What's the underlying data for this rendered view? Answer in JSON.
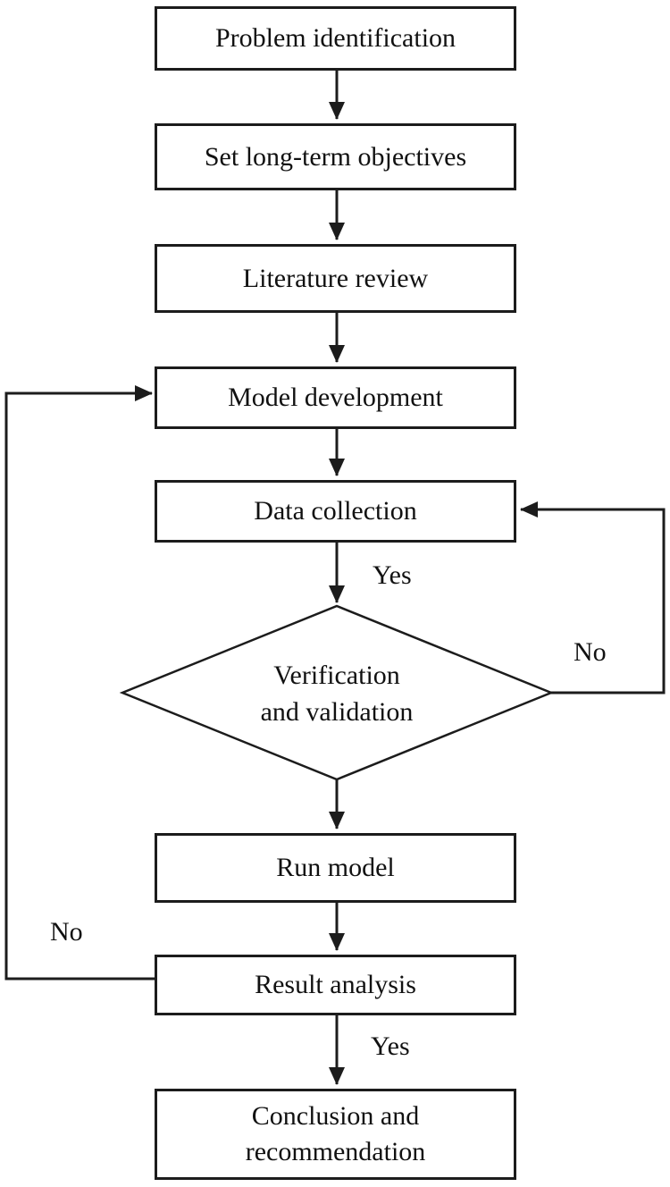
{
  "flowchart": {
    "nodes": [
      {
        "id": "problem-identification",
        "type": "process",
        "lines": [
          "Problem identification"
        ]
      },
      {
        "id": "set-long-term-objectives",
        "type": "process",
        "lines": [
          "Set long-term objectives"
        ]
      },
      {
        "id": "literature-review",
        "type": "process",
        "lines": [
          "Literature review"
        ]
      },
      {
        "id": "model-development",
        "type": "process",
        "lines": [
          "Model development"
        ]
      },
      {
        "id": "data-collection",
        "type": "process",
        "lines": [
          "Data collection"
        ]
      },
      {
        "id": "verification-and-validation",
        "type": "decision",
        "lines": [
          "Verification",
          "and validation"
        ]
      },
      {
        "id": "run-model",
        "type": "process",
        "lines": [
          "Run model"
        ]
      },
      {
        "id": "result-analysis",
        "type": "process",
        "lines": [
          "Result analysis"
        ]
      },
      {
        "id": "conclusion-and-recommendation",
        "type": "process",
        "lines": [
          "Conclusion and",
          "recommendation"
        ]
      }
    ],
    "edges": [
      {
        "from": "problem-identification",
        "to": "set-long-term-objectives"
      },
      {
        "from": "set-long-term-objectives",
        "to": "literature-review"
      },
      {
        "from": "literature-review",
        "to": "model-development"
      },
      {
        "from": "model-development",
        "to": "data-collection"
      },
      {
        "from": "data-collection",
        "to": "verification-and-validation",
        "label": "Yes"
      },
      {
        "from": "verification-and-validation",
        "to": "data-collection",
        "label": "No"
      },
      {
        "from": "verification-and-validation",
        "to": "run-model"
      },
      {
        "from": "run-model",
        "to": "result-analysis"
      },
      {
        "from": "result-analysis",
        "to": "model-development",
        "label": "No"
      },
      {
        "from": "result-analysis",
        "to": "conclusion-and-recommendation",
        "label": "Yes"
      }
    ],
    "colors": {
      "stroke": "#1c1c1c",
      "text": "#111111",
      "background": "#ffffff"
    }
  }
}
